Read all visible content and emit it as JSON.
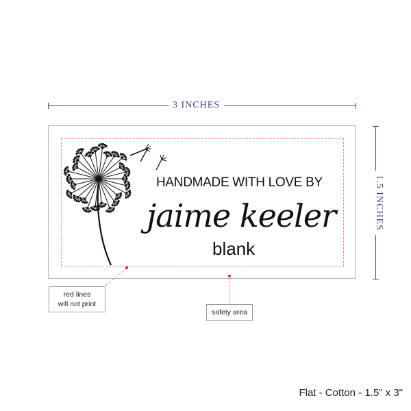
{
  "dimensions": {
    "width_label": "3 INCHES",
    "height_label": "1.5 INCHES"
  },
  "label": {
    "line1": "HANDMADE WITH LOVE BY",
    "name": "jaime keeler",
    "line3": "blank",
    "artwork_icon": "dandelion-icon"
  },
  "callouts": {
    "red_lines": [
      "red lines",
      "will not print"
    ],
    "safety_area": "safety area"
  },
  "footer": {
    "product": "Flat - Cotton - 1.5\" x 3\""
  },
  "colors": {
    "dimension": "#3b4a7e",
    "safety_line": "#f08a8a",
    "marker": "#d9232e"
  }
}
